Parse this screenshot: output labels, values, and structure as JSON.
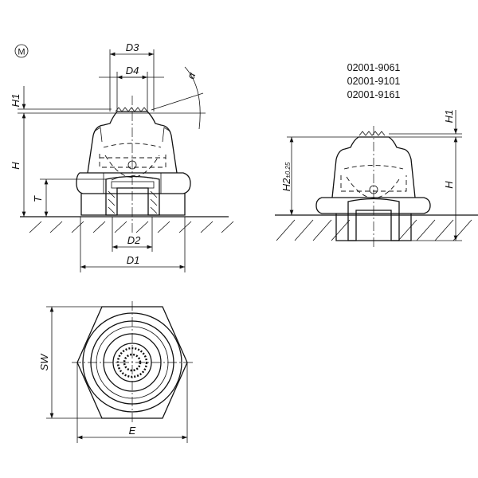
{
  "symbol_m": "M",
  "front_view": {
    "d3": "D3",
    "d4": "D4",
    "h1": "H1",
    "h": "H",
    "t": "T",
    "d2": "D2",
    "d1": "D1",
    "alpha": "α"
  },
  "side_view": {
    "part_numbers": [
      "02001-9061",
      "02001-9101",
      "02001-9161"
    ],
    "h2": "H2",
    "h2_tolerance": "±0.25",
    "h1": "H1",
    "h": "H"
  },
  "top_view": {
    "sw": "SW",
    "e": "E"
  }
}
